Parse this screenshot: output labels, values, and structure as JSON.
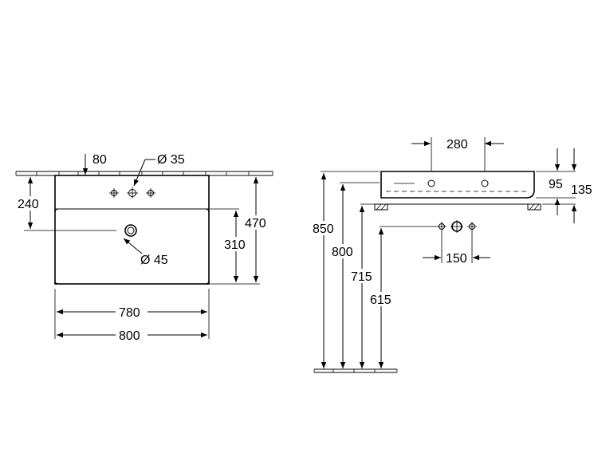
{
  "top_view": {
    "dim_hole_offset": "80",
    "dim_tap_hole": "Ø 35",
    "dim_left_height": "240",
    "dim_total_depth": "470",
    "dim_inner_depth": "310",
    "dim_waste": "Ø 45",
    "dim_inner_width": "780",
    "dim_total_width": "800"
  },
  "side_view": {
    "dim_top_width": "280",
    "dim_basin_height": "95",
    "dim_total_height": "135",
    "dim_850": "850",
    "dim_800": "800",
    "dim_715": "715",
    "dim_615": "615",
    "dim_hole_spacing": "150"
  }
}
